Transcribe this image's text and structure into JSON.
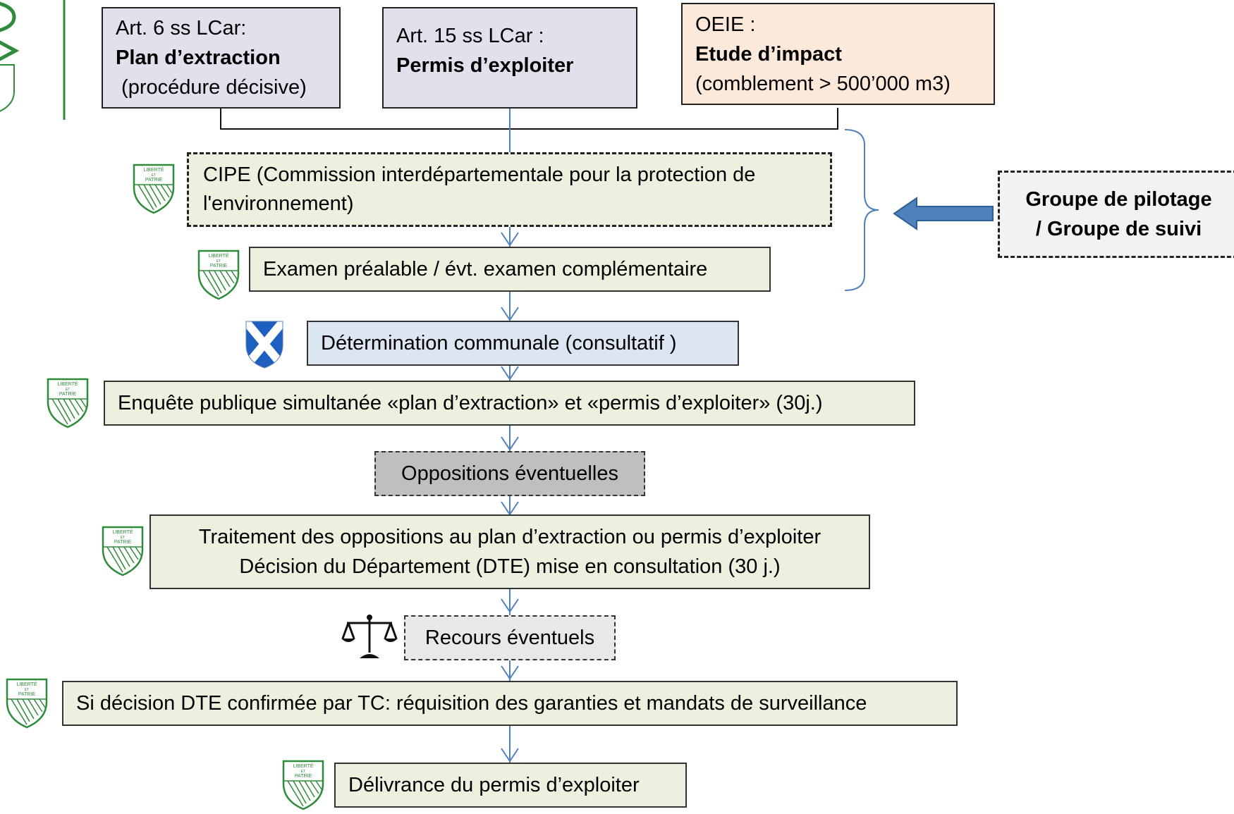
{
  "top_boxes": {
    "art6": {
      "ref": "Art. 6 ss LCar:",
      "title": "Plan d’extraction",
      "note": " (procédure décisive)"
    },
    "art15": {
      "ref": "Art. 15 ss LCar :",
      "title": "Permis d’exploiter"
    },
    "oeie": {
      "ref": "OEIE :",
      "title": "Etude d’impact",
      "note": "(comblement > 500’000 m3)"
    }
  },
  "steps": {
    "cipe": "CIPE  (Commission interdépartementale pour la protection de l'environnement)",
    "examen": "Examen préalable / évt. examen complémentaire",
    "determination": "Détermination communale (consultatif )",
    "enquete": "Enquête publique simultanée «plan d’extraction» et «permis d’exploiter» (30j.)",
    "oppositions": "Oppositions éventuelles",
    "traitement_line1": "Traitement des oppositions au plan d’extraction ou permis d’exploiter",
    "traitement_line2": "Décision  du Département (DTE) mise en consultation (30 j.)",
    "recours": "Recours éventuels",
    "decision": "Si décision DTE confirmée par TC: réquisition des garanties et mandats de surveillance",
    "delivrance": "Délivrance du permis d’exploiter"
  },
  "side_box": {
    "line1": "Groupe de pilotage",
    "line2": "/ Groupe de suivi"
  },
  "shield_text": {
    "line1": "LIBERTÉ",
    "line2": "ET",
    "line3": "PATRIE"
  },
  "colors": {
    "vaud_green": "#2e8b3a",
    "arrow_blue": "#4f81bd",
    "commune_blue": "#1f5fbf"
  },
  "icons": {
    "canton": "vaud-shield-icon",
    "commune": "commune-shield-icon",
    "justice": "scales-icon",
    "pointer": "left-arrow-icon"
  }
}
